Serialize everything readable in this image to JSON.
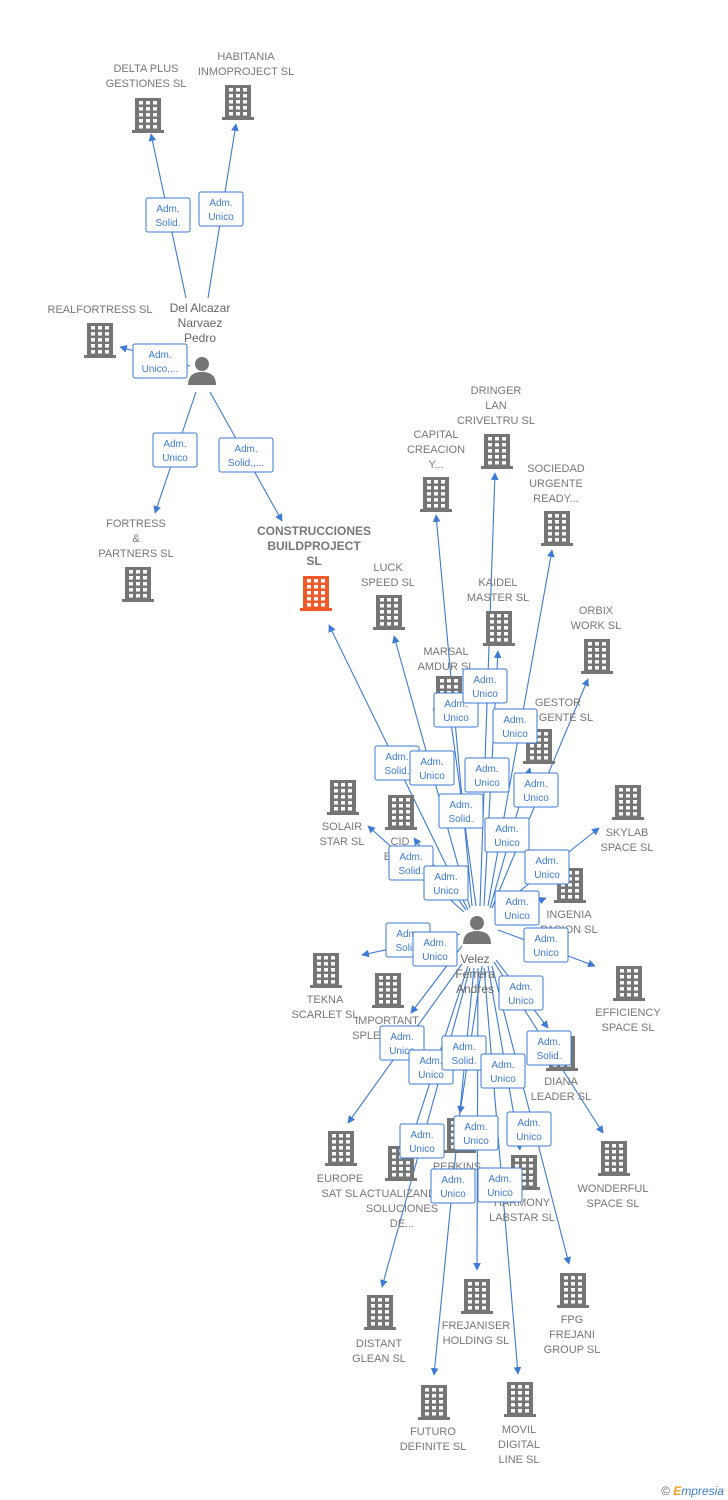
{
  "companies": [
    {
      "id": "delta",
      "label": [
        "DELTA PLUS",
        "GESTIONES SL"
      ]
    },
    {
      "id": "habitania",
      "label": [
        "HABITANIA",
        "INMOPROJECT SL"
      ]
    },
    {
      "id": "realfortress",
      "label": [
        "REALFORTRESS SL"
      ]
    },
    {
      "id": "fortress",
      "label": [
        "FORTRESS",
        "&",
        "PARTNERS SL"
      ]
    },
    {
      "id": "construcciones",
      "label": [
        "CONSTRUCCIONES",
        "BUILDPROJECT",
        "SL"
      ],
      "main": true
    },
    {
      "id": "dringer",
      "label": [
        "DRINGER",
        "LAN",
        "CRIVELTRU SL"
      ]
    },
    {
      "id": "capital",
      "label": [
        "CAPITAL",
        "CREACION",
        "Y..."
      ]
    },
    {
      "id": "sociedad",
      "label": [
        "SOCIEDAD",
        "URGENTE",
        "READY..."
      ]
    },
    {
      "id": "luck",
      "label": [
        "LUCK",
        "SPEED SL"
      ]
    },
    {
      "id": "kaidel",
      "label": [
        "KAIDEL",
        "MASTER SL"
      ]
    },
    {
      "id": "orbix",
      "label": [
        "ORBIX",
        "WORK SL"
      ]
    },
    {
      "id": "marsal",
      "label": [
        "MARSAL",
        "AMDUR SL"
      ]
    },
    {
      "id": "gestor",
      "label": [
        "GESTOR",
        "URGENTE SL"
      ]
    },
    {
      "id": "solair",
      "label": [
        "SOLAIR",
        "STAR SL"
      ]
    },
    {
      "id": "cid",
      "label": [
        "CID",
        "EUR..."
      ]
    },
    {
      "id": "skylab",
      "label": [
        "SKYLAB",
        "SPACE SL"
      ]
    },
    {
      "id": "ingenia",
      "label": [
        "INGENIA",
        "PASION SL"
      ]
    },
    {
      "id": "tekna",
      "label": [
        "TEKNA",
        "SCARLET SL"
      ]
    },
    {
      "id": "important",
      "label": [
        "IMPORTANT",
        "SPLENDOR..."
      ]
    },
    {
      "id": "efficiency",
      "label": [
        "EFFICIENCY",
        "SPACE SL"
      ]
    },
    {
      "id": "diana",
      "label": [
        "DIANA",
        "LEADER SL"
      ]
    },
    {
      "id": "europe",
      "label": [
        "EUROPE",
        "SAT SL"
      ]
    },
    {
      "id": "actualizan",
      "label": [
        "ACTUALIZANDO",
        "SOLUCIONES",
        "DE..."
      ]
    },
    {
      "id": "perkins",
      "label": [
        "PERKINS"
      ]
    },
    {
      "id": "harmony",
      "label": [
        "HARMONY",
        "LABSTAR SL"
      ]
    },
    {
      "id": "wonderful",
      "label": [
        "WONDERFUL",
        "SPACE SL"
      ]
    },
    {
      "id": "frejaniser",
      "label": [
        "FREJANISER",
        "HOLDING SL"
      ]
    },
    {
      "id": "fpg",
      "label": [
        "FPG",
        "FREJANI",
        "GROUP SL"
      ]
    },
    {
      "id": "distant",
      "label": [
        "DISTANT",
        "GLEAN SL"
      ]
    },
    {
      "id": "futuro",
      "label": [
        "FUTURO",
        "DEFINITE SL"
      ]
    },
    {
      "id": "movil",
      "label": [
        "MOVIL",
        "DIGITAL",
        "LINE SL"
      ]
    }
  ],
  "persons": [
    {
      "id": "delalcazar",
      "label": [
        "Del Alcazar",
        "Narvaez",
        "Pedro"
      ]
    },
    {
      "id": "velez",
      "label": [
        "Velez",
        "Ferrera",
        "Andres"
      ]
    }
  ],
  "edges": [
    {
      "from": "delalcazar",
      "to": "delta",
      "badge": [
        "Adm.",
        "Solid."
      ]
    },
    {
      "from": "delalcazar",
      "to": "habitania",
      "badge": [
        "Adm.",
        "Unico"
      ]
    },
    {
      "from": "delalcazar",
      "to": "realfortress",
      "badge": [
        "Adm.",
        "Unico,..."
      ]
    },
    {
      "from": "delalcazar",
      "to": "fortress",
      "badge": [
        "Adm.",
        "Unico"
      ]
    },
    {
      "from": "delalcazar",
      "to": "construcciones",
      "badge": [
        "Adm.",
        "Solid.,..."
      ]
    },
    {
      "from": "velez",
      "to": "construcciones",
      "badge": [
        "Adm.",
        "Solid."
      ]
    },
    {
      "from": "velez",
      "to": "luck",
      "badge": [
        "Adm.",
        "Unico"
      ]
    },
    {
      "from": "velez",
      "to": "capital",
      "badge": [
        "Adm.",
        "Unico"
      ]
    },
    {
      "from": "velez",
      "to": "dringer",
      "badge": [
        "Adm.",
        "Unico"
      ]
    },
    {
      "from": "velez",
      "to": "kaidel",
      "badge": [
        "Adm.",
        "Unico"
      ]
    },
    {
      "from": "velez",
      "to": "sociedad",
      "badge": [
        "Adm.",
        "Unico"
      ]
    },
    {
      "from": "velez",
      "to": "orbix",
      "badge": [
        "Adm.",
        "Unico"
      ]
    },
    {
      "from": "velez",
      "to": "marsal",
      "badge": [
        "Adm.",
        "Solid."
      ]
    },
    {
      "from": "velez",
      "to": "gestor",
      "badge": [
        "Adm.",
        "Unico"
      ]
    },
    {
      "from": "velez",
      "to": "solair",
      "badge": [
        "Adm.",
        "Solid."
      ]
    },
    {
      "from": "velez",
      "to": "cid",
      "badge": [
        "Adm.",
        "Unico"
      ]
    },
    {
      "from": "velez",
      "to": "skylab",
      "badge": [
        "Adm.",
        "Unico"
      ]
    },
    {
      "from": "velez",
      "to": "ingenia",
      "badge": [
        "Adm.",
        "Unico"
      ]
    },
    {
      "from": "velez",
      "to": "tekna",
      "badge": [
        "Adm.",
        "Solid."
      ]
    },
    {
      "from": "velez",
      "to": "important",
      "badge": [
        "Adm.",
        "Unico"
      ]
    },
    {
      "from": "velez",
      "to": "efficiency",
      "badge": [
        "Adm.",
        "Unico"
      ]
    },
    {
      "from": "velez",
      "to": "diana",
      "badge": [
        "Adm.",
        "Unico"
      ]
    },
    {
      "from": "velez",
      "to": "europe",
      "badge": [
        "Adm.",
        "Unico"
      ]
    },
    {
      "from": "velez",
      "to": "actualizan",
      "badge": [
        "Adm.",
        "Unico"
      ]
    },
    {
      "from": "velez",
      "to": "perkins",
      "badge": [
        "Adm.",
        "Solid."
      ]
    },
    {
      "from": "velez",
      "to": "harmony",
      "badge": [
        "Adm.",
        "Unico"
      ]
    },
    {
      "from": "velez",
      "to": "wonderful",
      "badge": [
        "Adm.",
        "Solid."
      ]
    },
    {
      "from": "velez",
      "to": "frejaniser",
      "badge": [
        "Adm.",
        "Unico"
      ]
    },
    {
      "from": "velez",
      "to": "fpg",
      "badge": [
        "Adm.",
        "Unico"
      ]
    },
    {
      "from": "velez",
      "to": "distant",
      "badge": [
        "Adm.",
        "Unico"
      ]
    },
    {
      "from": "velez",
      "to": "futuro",
      "badge": [
        "Adm.",
        "Unico"
      ]
    },
    {
      "from": "velez",
      "to": "movil",
      "badge": [
        "Adm.",
        "Unico"
      ]
    }
  ],
  "colors": {
    "edge": "#3d7ad6",
    "building": "#757575",
    "main_building": "#f05a28",
    "label": "#777777"
  },
  "footer": {
    "copyright": "©",
    "brand": "mpresia",
    "brand_initial": "E"
  }
}
